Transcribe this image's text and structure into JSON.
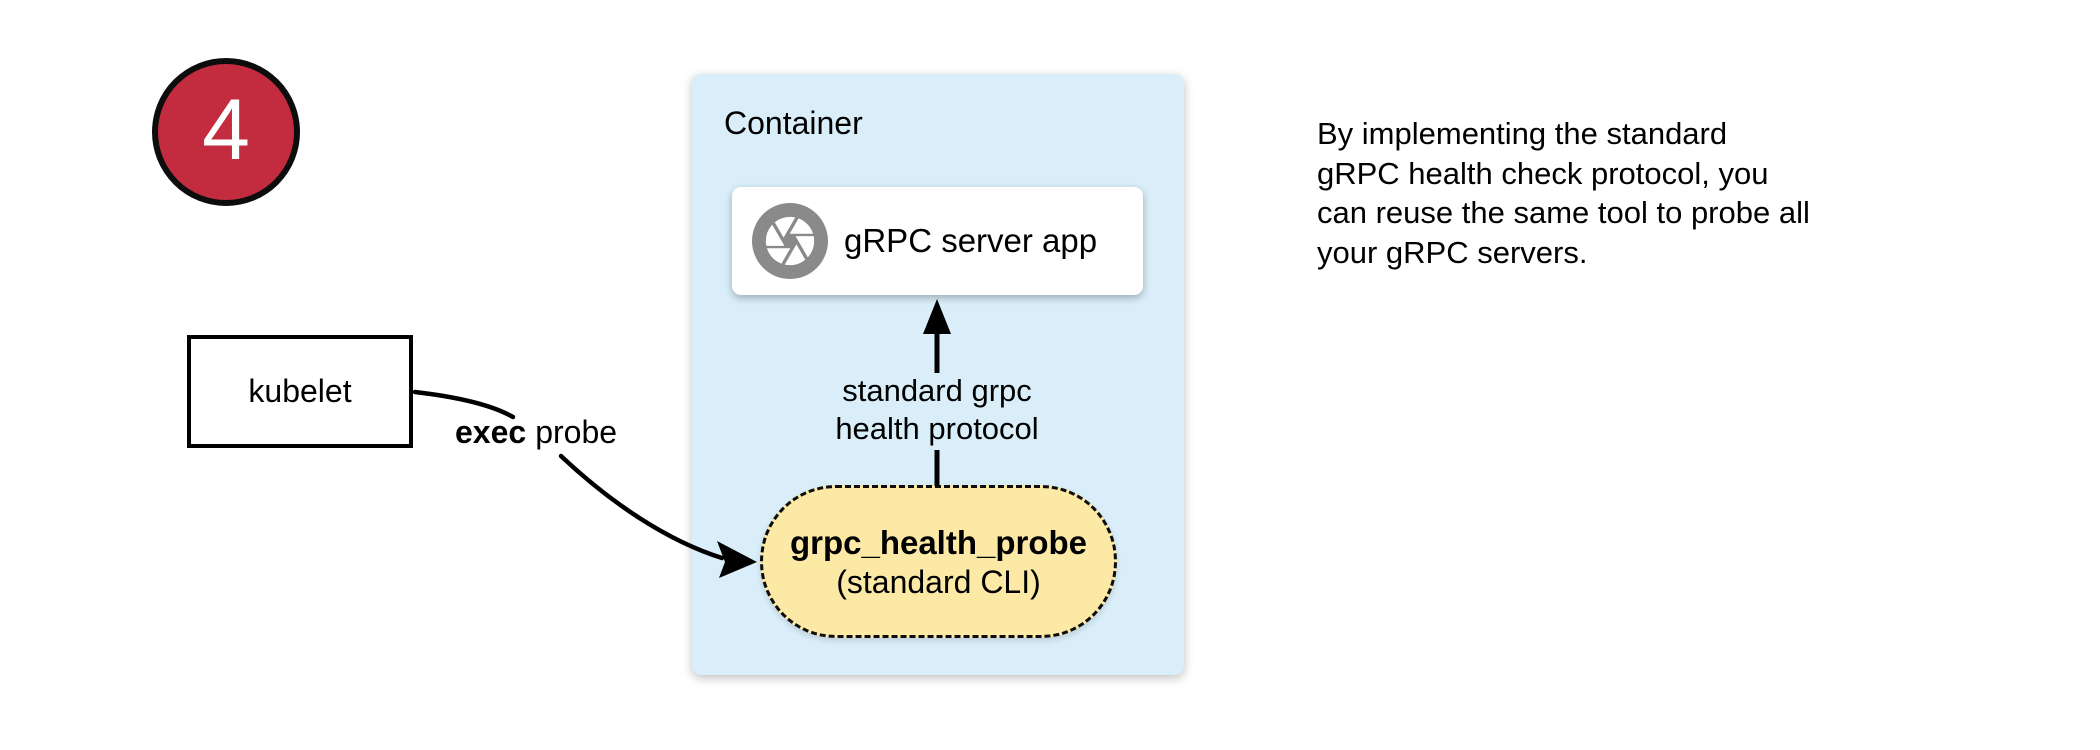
{
  "step_badge": {
    "number": "4",
    "fill": "#C22C3E",
    "border_color": "#0d0d0d"
  },
  "kubelet": {
    "label": "kubelet"
  },
  "exec_label": {
    "bold": "exec",
    "rest": "probe"
  },
  "container": {
    "title": "Container",
    "fill": "#D9EEF9",
    "server_card": {
      "label": "gRPC server app",
      "icon": "camera-shutter-icon",
      "icon_color": "#8A8A8A"
    },
    "protocol_label": {
      "line1": "standard grpc",
      "line2": "health protocol"
    },
    "probe_pill": {
      "line1": "grpc_health_probe",
      "line2": "(standard CLI)",
      "fill": "#FCE9A6"
    }
  },
  "note": {
    "lines": [
      "By implementing the standard",
      "gRPC health check protocol, you",
      "can reuse the same tool to probe all",
      "your gRPC servers."
    ]
  }
}
